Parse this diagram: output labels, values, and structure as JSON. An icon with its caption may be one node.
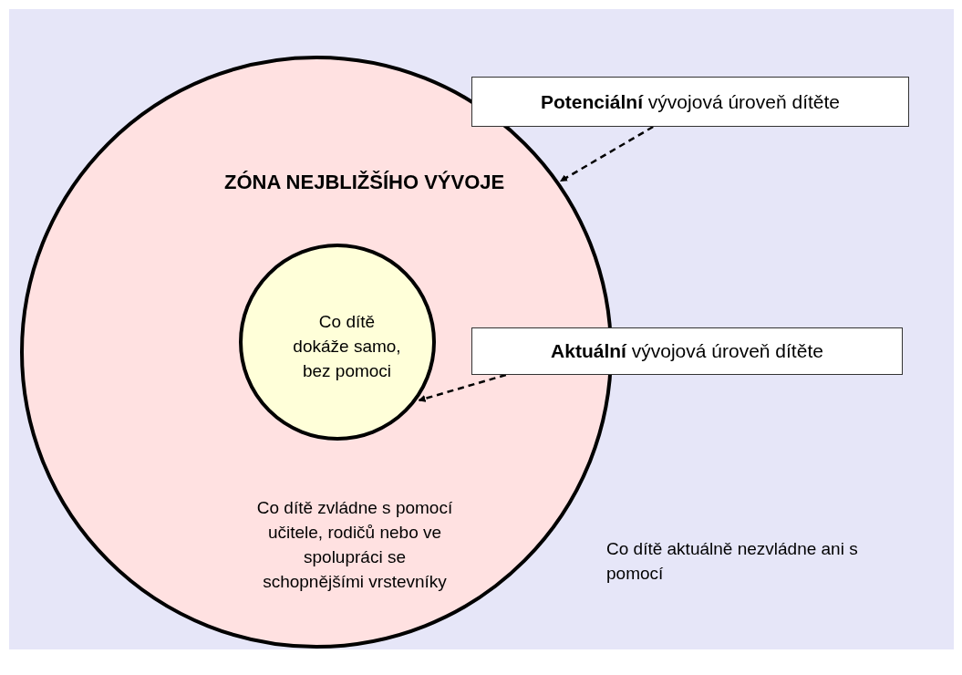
{
  "diagram": {
    "nodes": [
      {
        "text": [
          "ZÓNA NEJBLIŽŠÍHO VÝVOJE",
          "Co dítě zvládne s pomocí učitele, rodičů nebo ve spolupráci se schopnějšími vrstevníky"
        ]
      },
      {
        "text": [
          "Co dítě dokáže samo, bez pomoci"
        ],
        "in": 0
      },
      {
        "text": [
          "**Potenciální** vývojová úroveň dítěte"
        ]
      },
      {
        "text": [
          "**Aktuální** vývojová úroveň dítěte"
        ]
      }
    ],
    "edges": [
      {
        "from": 2,
        "to": 0,
        "arrow": "to",
        "style": "dashed"
      },
      {
        "from": 3,
        "to": 1,
        "arrow": "to",
        "style": "dashed"
      }
    ],
    "labels": [
      "Co dítě aktuálně nezvládne ani s pomocí"
    ]
  }
}
